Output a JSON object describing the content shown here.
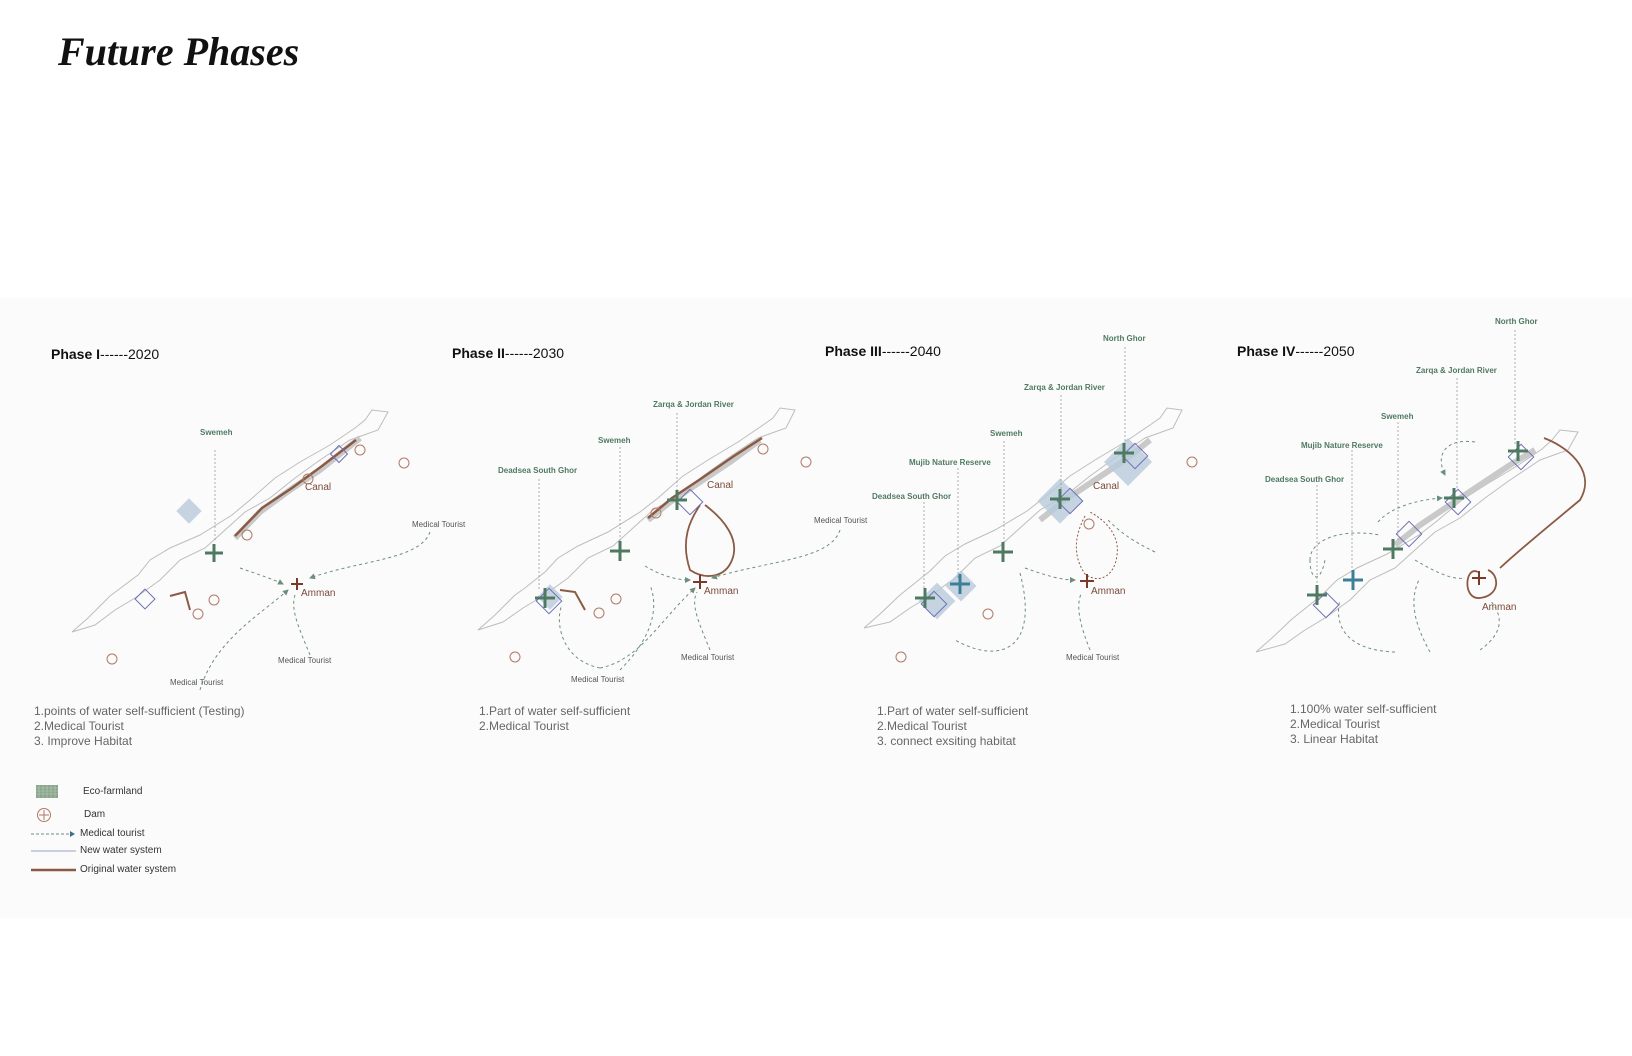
{
  "page": {
    "title": "Future Phases"
  },
  "colors": {
    "green_plus": "#4f7a62",
    "blue_plus": "#3d7f96",
    "original_water": "#8b5a44",
    "new_water": "#6a6fb5",
    "dashed_arrow": "#6b8f7c",
    "dam": "#b07a66",
    "eco_farmland": "#b8cbdc"
  },
  "phases": [
    {
      "heading_bold": "Phase I",
      "heading_year": "------2020",
      "map_labels": [
        "Swemeh"
      ],
      "city": "Amman",
      "canal": "Canal",
      "medical_labels": [
        "Medical Tourist",
        "Medical Tourist",
        "Medical Tourist"
      ],
      "goals": [
        "1.points of water self-sufficient (Testing)",
        "2.Medical Tourist",
        "3. Improve Habitat"
      ]
    },
    {
      "heading_bold": "Phase II",
      "heading_year": "------2030",
      "map_labels": [
        "Zarqa & Jordan River",
        "Swemeh",
        "Deadsea South Ghor"
      ],
      "city": "Amman",
      "canal": "Canal",
      "medical_labels": [
        "Medical Tourist",
        "Medical Tourist",
        "Medical Tourist"
      ],
      "goals": [
        "1.Part of water self-sufficient",
        "2.Medical Tourist"
      ]
    },
    {
      "heading_bold": "Phase III",
      "heading_year": "------2040",
      "map_labels": [
        "North Ghor",
        "Zarqa & Jordan River",
        "Swemeh",
        "Mujib Nature Reserve",
        "Deadsea South Ghor"
      ],
      "city": "Amman",
      "canal": "Canal",
      "medical_labels": [
        "Medical Tourist"
      ],
      "goals": [
        "1.Part of water self-sufficient",
        "2.Medical Tourist",
        "3. connect exsiting habitat"
      ]
    },
    {
      "heading_bold": "Phase IV",
      "heading_year": "------2050",
      "map_labels": [
        "North Ghor",
        "Zarqa & Jordan River",
        "Swemeh",
        "Mujib Nature Reserve",
        "Deadsea South Ghor"
      ],
      "city": "Amman",
      "goals": [
        "1.100% water self-sufficient",
        "2.Medical Tourist",
        "3. Linear Habitat"
      ]
    }
  ],
  "legend": [
    {
      "icon": "eco-farmland-swatch",
      "label": "Eco-farmland"
    },
    {
      "icon": "dam-icon",
      "label": "Dam"
    },
    {
      "icon": "dashed-arrow-icon",
      "label": "Medical tourist"
    },
    {
      "icon": "thin-line-icon",
      "label": "New water system"
    },
    {
      "icon": "thick-line-icon",
      "label": "Original  water system"
    }
  ]
}
